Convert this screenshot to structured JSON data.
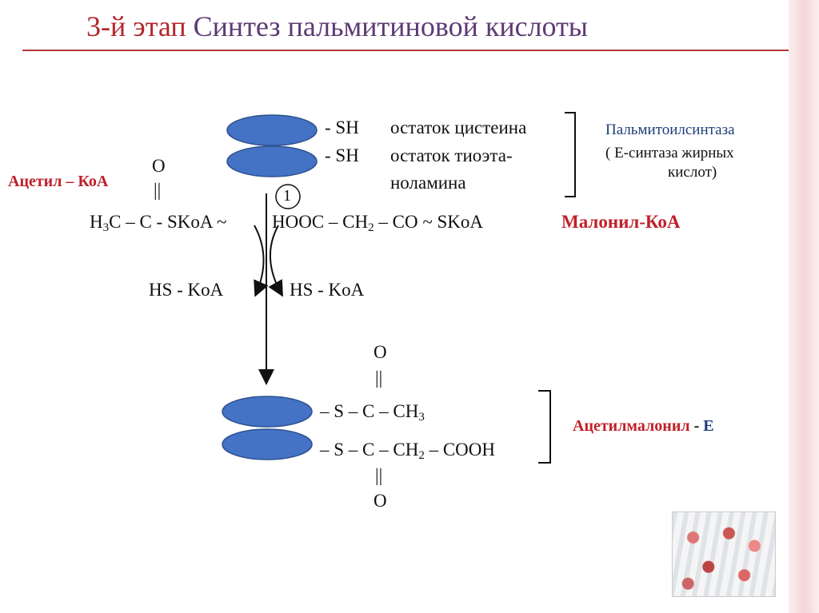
{
  "title": {
    "part1": "3-й этап",
    "part2": "Синтез пальмитиновой кислоты"
  },
  "enzyme": {
    "sh1": "- SH",
    "res1": "остаток цистеина",
    "sh2": "- SH",
    "res2a": "остаток тиоэта-",
    "res2b": "ноламина",
    "name": "Пальмитоилсинтаза",
    "desc1": "( Е-синтаза жирных",
    "desc2": "кислот)"
  },
  "acetyl": {
    "label": "Ацетил – КоА",
    "o": "O",
    "dbl": "||",
    "formula_pre": "H",
    "formula_sub": "3",
    "formula_post": "C – C - SKoA ~"
  },
  "malonyl": {
    "label": "Малонил-КоА",
    "f1": "HOOC – CH",
    "f_sub": "2",
    "f2": " – CO ~ SKoA"
  },
  "step": "1",
  "hs_left": "HS - KoA",
  "hs_right": "HS - KoA",
  "product": {
    "o_top": "O",
    "dbl_top": "||",
    "row1_a": "– S – C – CH",
    "row1_sub": "3",
    "row2_a": "– S – C – CH",
    "row2_sub": "2",
    "row2_b": " – COOH",
    "dbl_bot": "||",
    "o_bot": "O",
    "label_main": "Ацетилмалонил",
    "label_dash": " - ",
    "label_e": "E"
  },
  "colors": {
    "ellipse_fill": "#4472c4",
    "ellipse_stroke": "#2f528f",
    "title_red": "#b3262b",
    "title_purple": "#5e3a74",
    "accent_red": "#c0202a"
  }
}
